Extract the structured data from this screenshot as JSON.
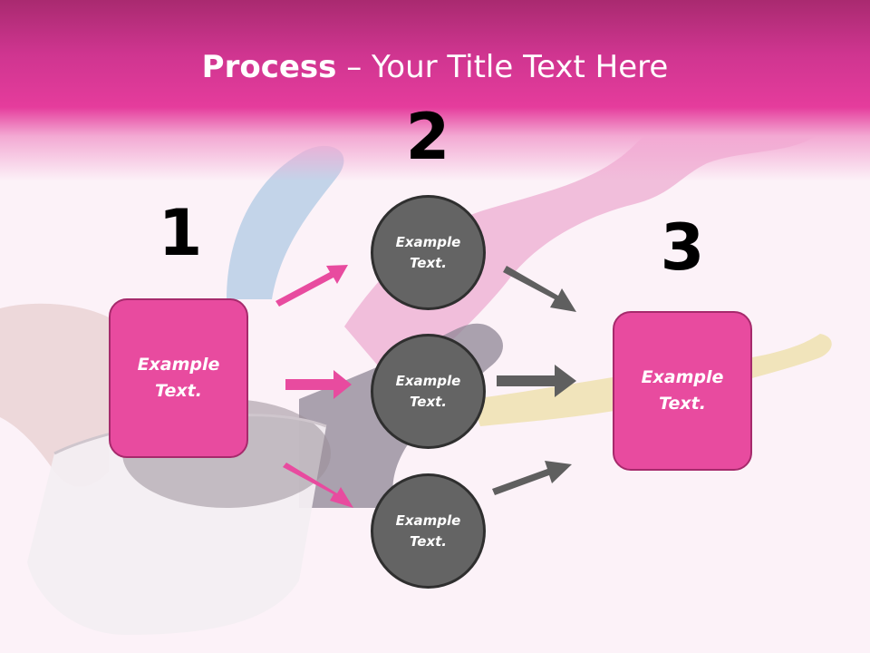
{
  "slide": {
    "title_bold": "Process",
    "title_separator": " – ",
    "title_rest": "Your Title Text Here",
    "colors": {
      "header": "#e03b9a",
      "accent_pink": "#e84b9f",
      "circle_gray": "#646464",
      "arrow_gray": "#5f5f5f",
      "text_dark": "#000000"
    }
  },
  "steps": [
    {
      "number": "1",
      "label": "Example Text."
    },
    {
      "number": "2"
    },
    {
      "number": "3",
      "label": "Example Text."
    }
  ],
  "circles": [
    {
      "label": "Example Text."
    },
    {
      "label": "Example Text."
    },
    {
      "label": "Example Text."
    }
  ],
  "arrows": [
    {
      "icon": "arrow-right-up-icon",
      "color": "pink"
    },
    {
      "icon": "arrow-right-icon",
      "color": "pink"
    },
    {
      "icon": "arrow-right-down-icon",
      "color": "pink"
    },
    {
      "icon": "arrow-right-down-icon",
      "color": "gray"
    },
    {
      "icon": "arrow-right-icon",
      "color": "gray"
    },
    {
      "icon": "arrow-right-up-icon",
      "color": "gray"
    }
  ]
}
